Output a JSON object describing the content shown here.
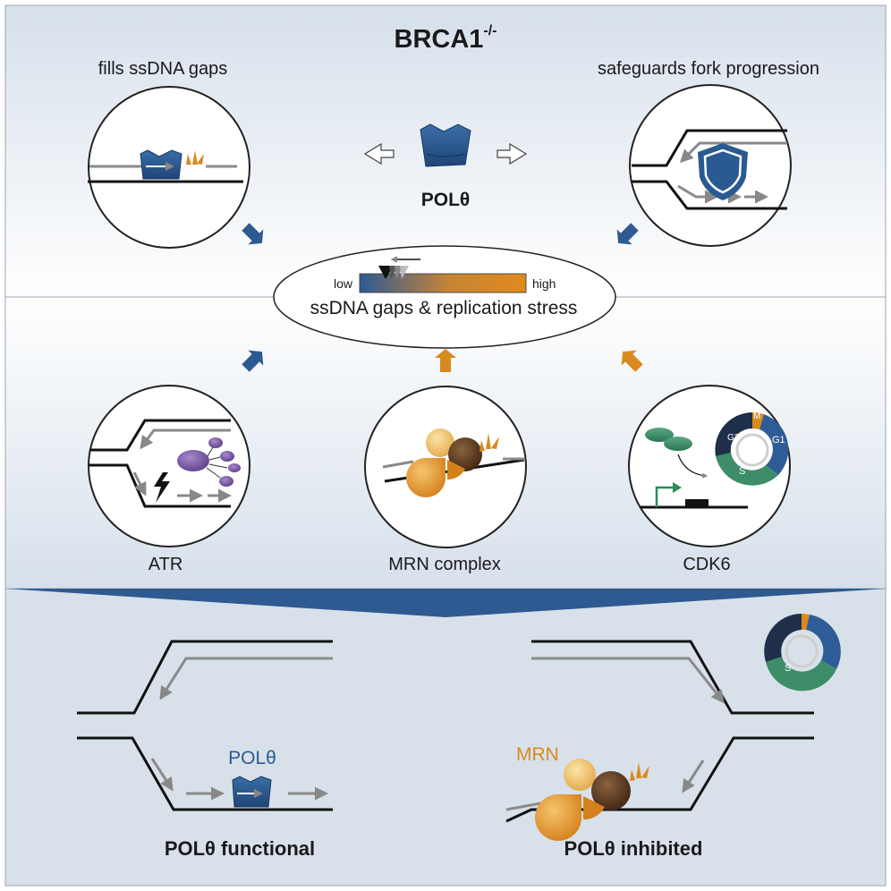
{
  "title": {
    "main": "BRCA1",
    "sup": "-/-"
  },
  "top": {
    "left_label": "fills ssDNA gaps",
    "right_label": "safeguards fork progression",
    "center_label": "POLθ"
  },
  "stress_scale": {
    "low": "low",
    "high": "high",
    "caption": "ssDNA gaps & replication stress"
  },
  "middle": {
    "atr_label": "ATR",
    "mrn_label": "MRN complex",
    "cdk6_label": "CDK6",
    "cell_cycle_phases": [
      "M",
      "G1",
      "S",
      "G2"
    ]
  },
  "bottom": {
    "left_protein": "POLθ",
    "right_protein": "MRN",
    "left_caption": "POLθ functional",
    "right_caption": "POLθ inhibited",
    "mini_cycle_phase": "S"
  },
  "colors": {
    "pol_blue": "#2a5a92",
    "mrn_orange": "#d98a1f",
    "mrn_brown": "#5a3a1e",
    "cycle_green": "#3c8d68",
    "cycle_blue": "#2e5c96",
    "cycle_orange": "#d98a1f",
    "cycle_navy": "#1f2e4a",
    "atr_purple": "#7b5aa6",
    "cdk6_green": "#3c8d68"
  }
}
